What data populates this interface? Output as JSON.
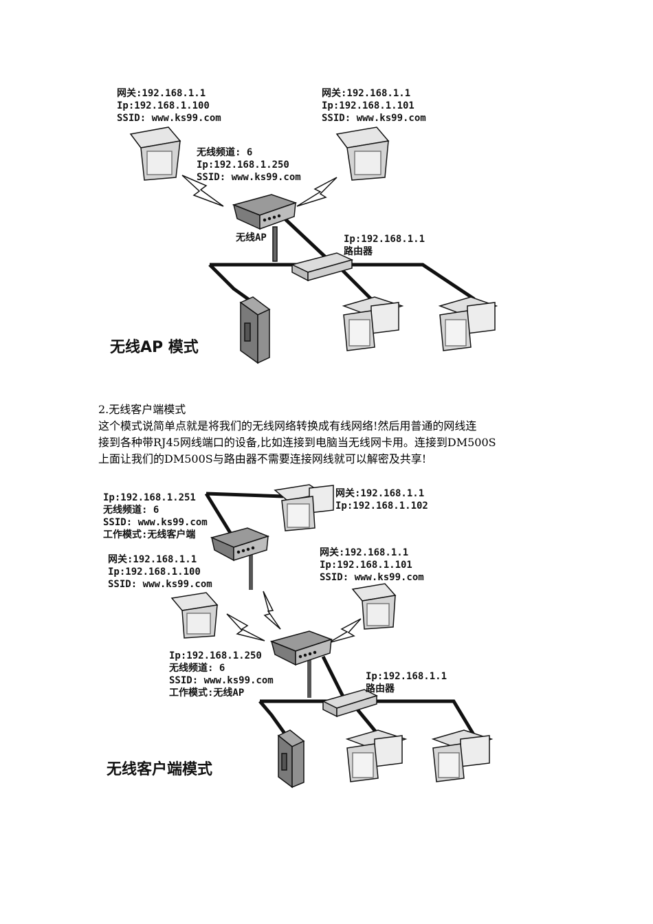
{
  "diagram_ap": {
    "left_laptop_label": [
      "网关:192.168.1.1",
      "Ip:192.168.1.100",
      "SSID: www.ks99.com"
    ],
    "right_laptop_label": [
      "网关:192.168.1.1",
      "Ip:192.168.1.101",
      "SSID: www.ks99.com"
    ],
    "ap_label": [
      "无线频道: 6",
      "Ip:192.168.1.250",
      "SSID: www.ks99.com"
    ],
    "ap_name": "无线AP",
    "router_label": [
      "Ip:192.168.1.1",
      "路由器"
    ],
    "caption": "无线AP 模式"
  },
  "section2": {
    "heading": "2.无线客户端模式",
    "lines": [
      "这个模式说简单点就是将我们的无线网络转换成有线网络!然后用普通的网线连",
      "接到各种带RJ45网线端口的设备,比如连接到电脑当无线网卡用。连接到DM500S",
      "上面让我们的DM500S与路由器不需要连接网线就可以解密及共享!"
    ]
  },
  "diagram_client": {
    "client_label": [
      "Ip:192.168.1.251",
      "无线频道: 6",
      "SSID: www.ks99.com",
      "工作模式:无线客户端"
    ],
    "top_right_label": [
      "网关:192.168.1.1",
      "Ip:192.168.1.102"
    ],
    "left_laptop_label": [
      "网关:192.168.1.1",
      "Ip:192.168.1.100",
      "SSID: www.ks99.com"
    ],
    "right_laptop_label": [
      "网关:192.168.1.1",
      "Ip:192.168.1.101",
      "SSID: www.ks99.com"
    ],
    "ap_label": [
      "Ip:192.168.1.250",
      "无线频道: 6",
      "SSID: www.ks99.com",
      "工作模式:无线AP"
    ],
    "router_label": [
      "Ip:192.168.1.1",
      "路由器"
    ],
    "caption": "无线客户端模式"
  }
}
